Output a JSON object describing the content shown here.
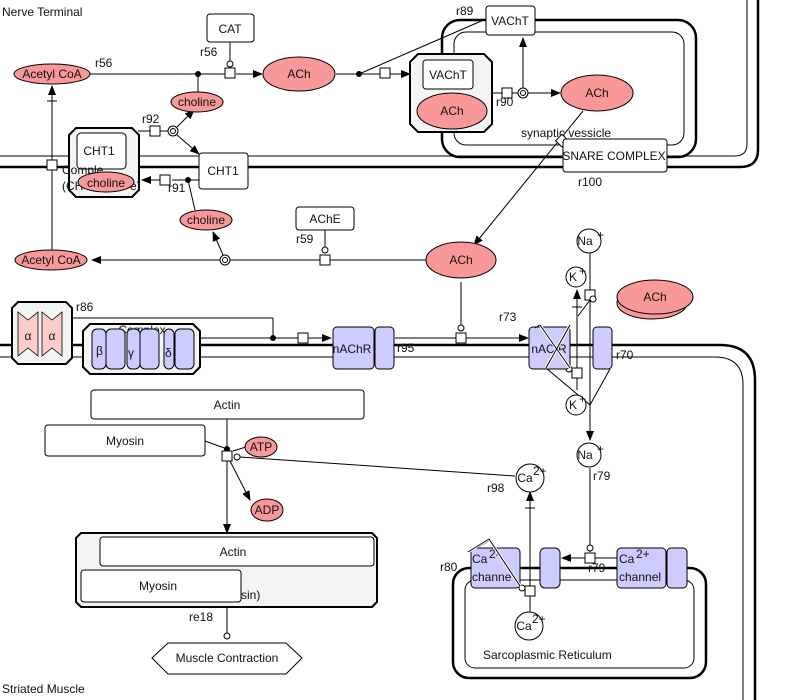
{
  "compartments": {
    "nerve_terminal": "Nerve Terminal",
    "synaptic_vesicle": "synaptic vessicle",
    "striated_muscle": "Striated Muscle",
    "sarcoplasmic_reticulum": "Sarcoplasmic Reticulum"
  },
  "proteins": {
    "cat": "CAT",
    "vacht_top": "VAChT",
    "vacht_complex": "VAChT",
    "cht1_complex": "CHT1",
    "cht1_membrane": "CHT1",
    "ache": "AChE",
    "snare": "SNARE COMPLEX",
    "actin_top": "Actin",
    "myosin_top": "Myosin",
    "actin_complex": "Actin",
    "myosin_complex": "Myosin",
    "complex_suffix": "sin)"
  },
  "molecules": {
    "acetyl_coa_top": "Acetyl CoA",
    "acetyl_coa_bottom": "Acetyl CoA",
    "ach_1": "ACh",
    "ach_vesicle_complex": "ACh",
    "ach_vesicle": "ACh",
    "ach_cleft": "ACh",
    "ach_receptor": "ACh",
    "choline_1": "choline",
    "choline_complex": "choline",
    "choline_2": "choline",
    "atp": "ATP",
    "adp": "ADP"
  },
  "ions": {
    "na_top": "Na",
    "na_top_sup": "+",
    "k_top": "K",
    "k_top_sup": "+",
    "k_bottom": "K",
    "k_bottom_sup": "+",
    "na_bottom": "Na",
    "na_bottom_sup": "+",
    "ca_cyto": "Ca",
    "ca_cyto_sup": "2+",
    "ca_sr": "Ca",
    "ca_sr_sup": "2+"
  },
  "channels": {
    "nachr": "nAChR",
    "nachr_2": "nAC R",
    "alpha": "α",
    "beta": "β",
    "gamma": "γ",
    "delta": "δ",
    "ca_channel_left_1": "Ca",
    "ca_channel_left_sup": "2-",
    "ca_channel_left_2": "channe",
    "ca_channel_right_1": "Ca",
    "ca_channel_right_sup": "2+",
    "ca_channel_right_2": "channel",
    "complex_label": "Complex",
    "cht_complex_label_1": "Comple",
    "cht_complex_label_2": "(CH",
    "cht_complex_label_3": "e)"
  },
  "phenotypes": {
    "muscle_contraction": "Muscle Contraction"
  },
  "reactions": {
    "r56_a": "r56",
    "r56_b": "r56",
    "r89": "r89",
    "r90": "r90",
    "r92": "r92",
    "r91": "r91",
    "r100": "r100",
    "r59": "r59",
    "r86": "r86",
    "r95": "r95",
    "r73": "r73",
    "r70": "r70",
    "r79_a": "r79",
    "r79_b": "r79",
    "r98": "r98",
    "r80": "r80",
    "re18": "re18"
  },
  "colors": {
    "molecule": "#f89898",
    "channel": "#ccccff",
    "alpha_subunit": "#ffcccc",
    "complex_bg": "#f4f4f4"
  }
}
